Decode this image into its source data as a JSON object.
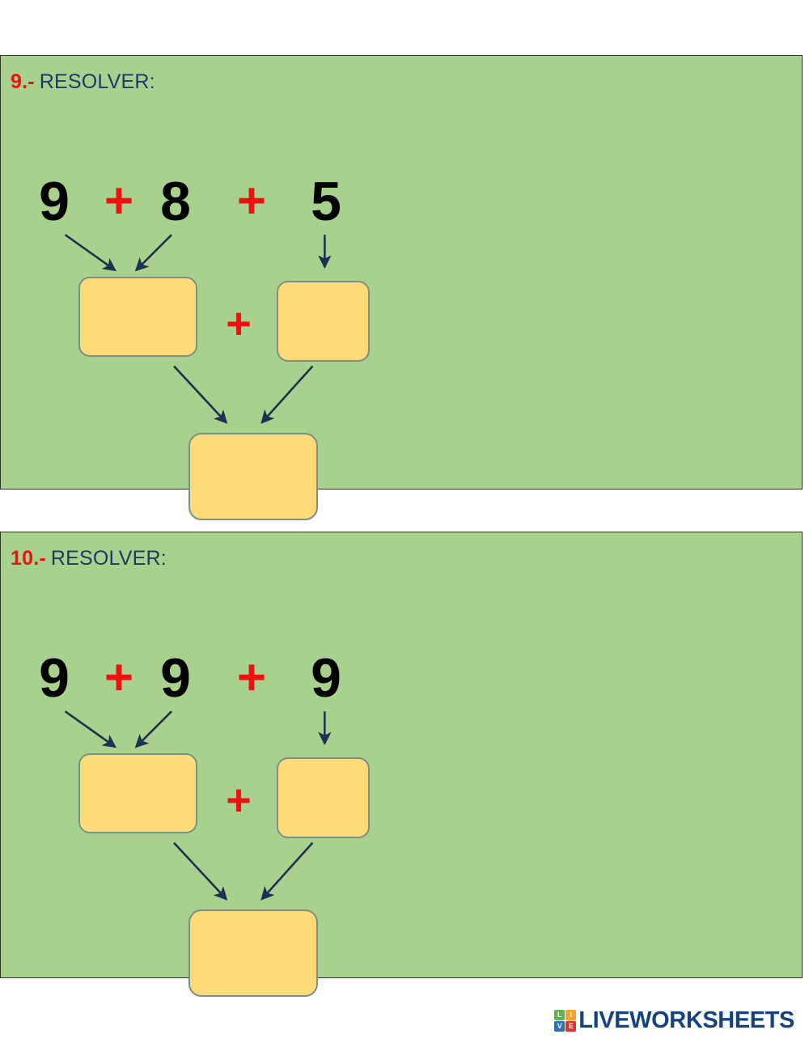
{
  "page": {
    "background": "#ffffff",
    "panel_color": "#a8d18d",
    "box_color": "#fddb78",
    "box_border_color": "#7c8f88",
    "number_color": "#ee1111",
    "title_color": "#1f3864",
    "arrow_color": "#1f3050"
  },
  "exercises": [
    {
      "number": "9.-",
      "title": "RESOLVER:",
      "equation": {
        "terms": [
          "9",
          "8",
          "5"
        ],
        "operators": [
          "+",
          "+"
        ]
      },
      "middle_operator": "+",
      "boxes": {
        "left": "",
        "right": "",
        "result": ""
      }
    },
    {
      "number": "10.-",
      "title": "RESOLVER:",
      "equation": {
        "terms": [
          "9",
          "9",
          "9"
        ],
        "operators": [
          "+",
          "+"
        ]
      },
      "middle_operator": "+",
      "boxes": {
        "left": "",
        "right": "",
        "result": ""
      }
    }
  ],
  "footer": {
    "logo_tiles": [
      {
        "letter": "L",
        "color": "#5cb646"
      },
      {
        "letter": "I",
        "color": "#f2a32b"
      },
      {
        "letter": "V",
        "color": "#2f6fb5"
      },
      {
        "letter": "E",
        "color": "#e0322d"
      }
    ],
    "brand": "LIVEWORKSHEETS"
  }
}
